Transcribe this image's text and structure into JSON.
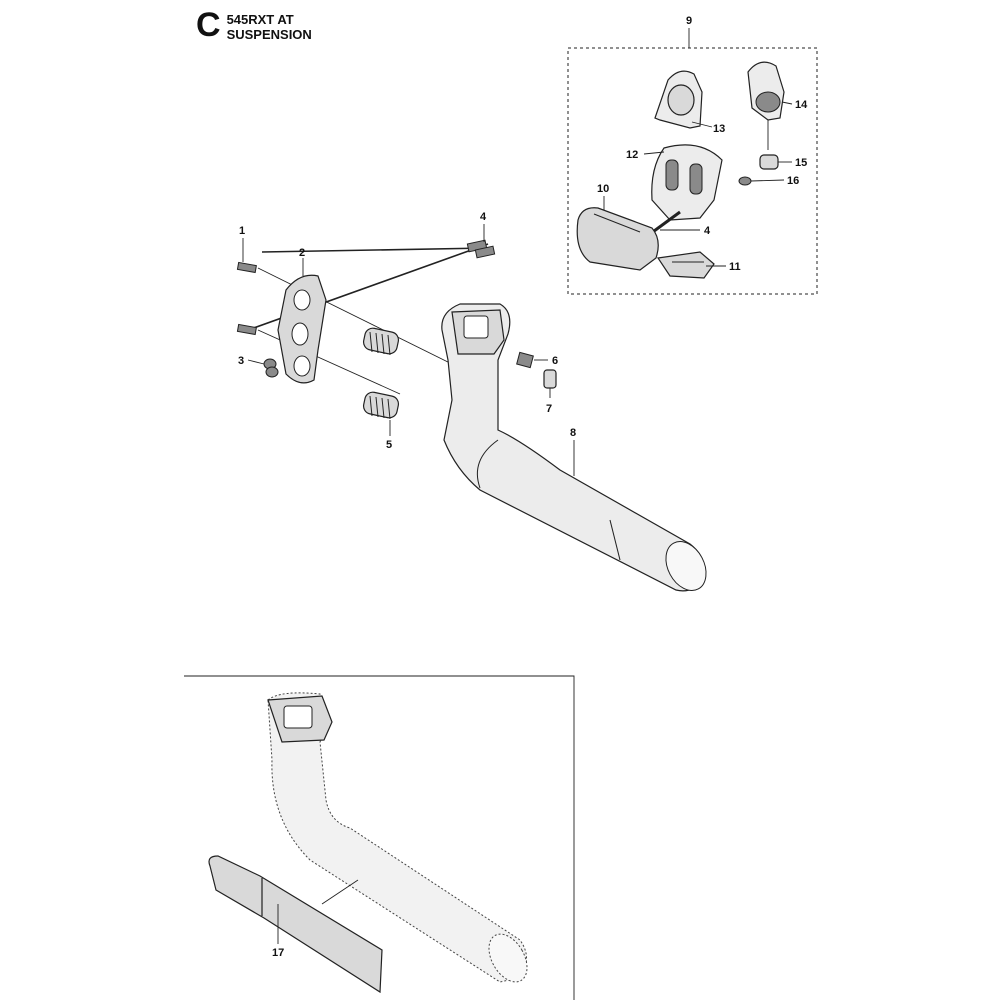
{
  "header": {
    "section_letter": "C",
    "model": "545RXT AT",
    "section_title": "SUSPENSION"
  },
  "callouts": [
    "1",
    "2",
    "3",
    "4",
    "4",
    "5",
    "6",
    "7",
    "8",
    "9",
    "10",
    "11",
    "12",
    "13",
    "14",
    "15",
    "16",
    "17"
  ]
}
